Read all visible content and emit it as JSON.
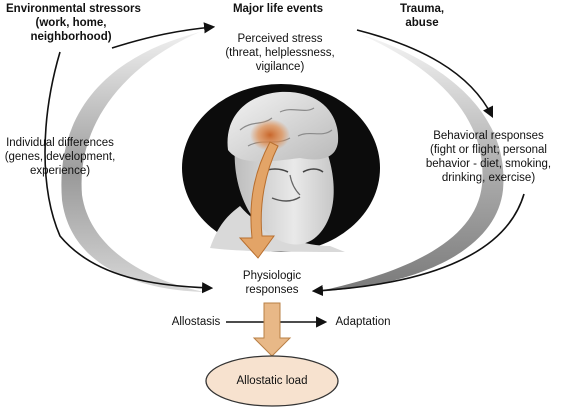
{
  "labels": {
    "environmental": [
      "Environmental stressors",
      "(work, home,",
      "neighborhood)"
    ],
    "major_life_events": [
      "Major life events"
    ],
    "trauma": [
      "Trauma,",
      "abuse"
    ],
    "perceived_stress": [
      "Perceived stress",
      "(threat, helplessness,",
      "vigilance)"
    ],
    "individual_differences": [
      "Individual differences",
      "(genes, development,",
      "experience)"
    ],
    "behavioral_responses": [
      "Behavioral responses",
      "(fight or flight; personal",
      "behavior - diet, smoking,",
      "drinking, exercise)"
    ],
    "physiologic_responses": [
      "Physiologic",
      "responses"
    ],
    "allostasis": "Allostasis",
    "adaptation": "Adaptation",
    "allostatic_load": "Allostatic load"
  },
  "colors": {
    "arrow": "#111111",
    "band_dark": "#8c8c8c",
    "band_light": "#f2f2f2",
    "orange_arrow": "#e3a467",
    "ellipse_fill": "#f7e2cf",
    "head_bg": "#0c0c0c"
  },
  "illustration": "head-with-brain-illustration"
}
